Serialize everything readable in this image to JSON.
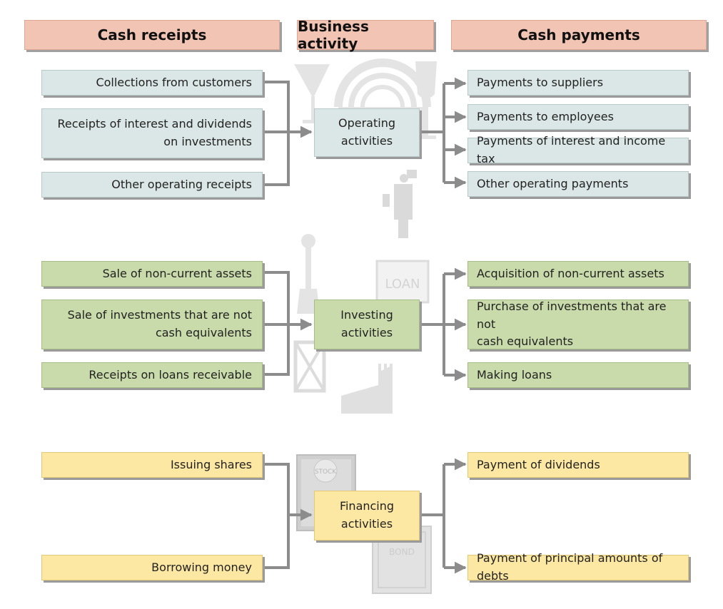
{
  "headers": {
    "cash_receipts": "Cash receipts",
    "business_activity": "Business activity",
    "cash_payments": "Cash payments"
  },
  "operating": {
    "activity": "Operating\nactivities",
    "receipts": [
      "Collections from customers",
      "Receipts of interest and dividends\non investments",
      "Other operating receipts"
    ],
    "payments": [
      "Payments to suppliers",
      "Payments to employees",
      "Payments of interest and income tax",
      "Other operating payments"
    ]
  },
  "investing": {
    "activity": "Investing\nactivities",
    "receipts": [
      "Sale of non-current assets",
      "Sale of investments that are not\ncash equivalents",
      "Receipts on loans receivable"
    ],
    "payments": [
      "Acquisition of non-current assets",
      "Purchase of investments that are not\ncash equivalents",
      "Making loans"
    ]
  },
  "financing": {
    "activity": "Financing\nactivities",
    "receipts": [
      "Issuing shares",
      "Borrowing money"
    ],
    "payments": [
      "Payment of dividends",
      "Payment of principal amounts of debts"
    ]
  },
  "illustrations": {
    "loan_sign": "LOAN",
    "stock_certificate": "STOCK",
    "bond_certificate": "BOND"
  },
  "colors": {
    "header": "#f2c4b4",
    "operating": "#dbe6e6",
    "investing": "#c9dbaa",
    "financing": "#fde8a3",
    "connector": "#8c8c8c",
    "illustration": "#e3e3e3"
  }
}
